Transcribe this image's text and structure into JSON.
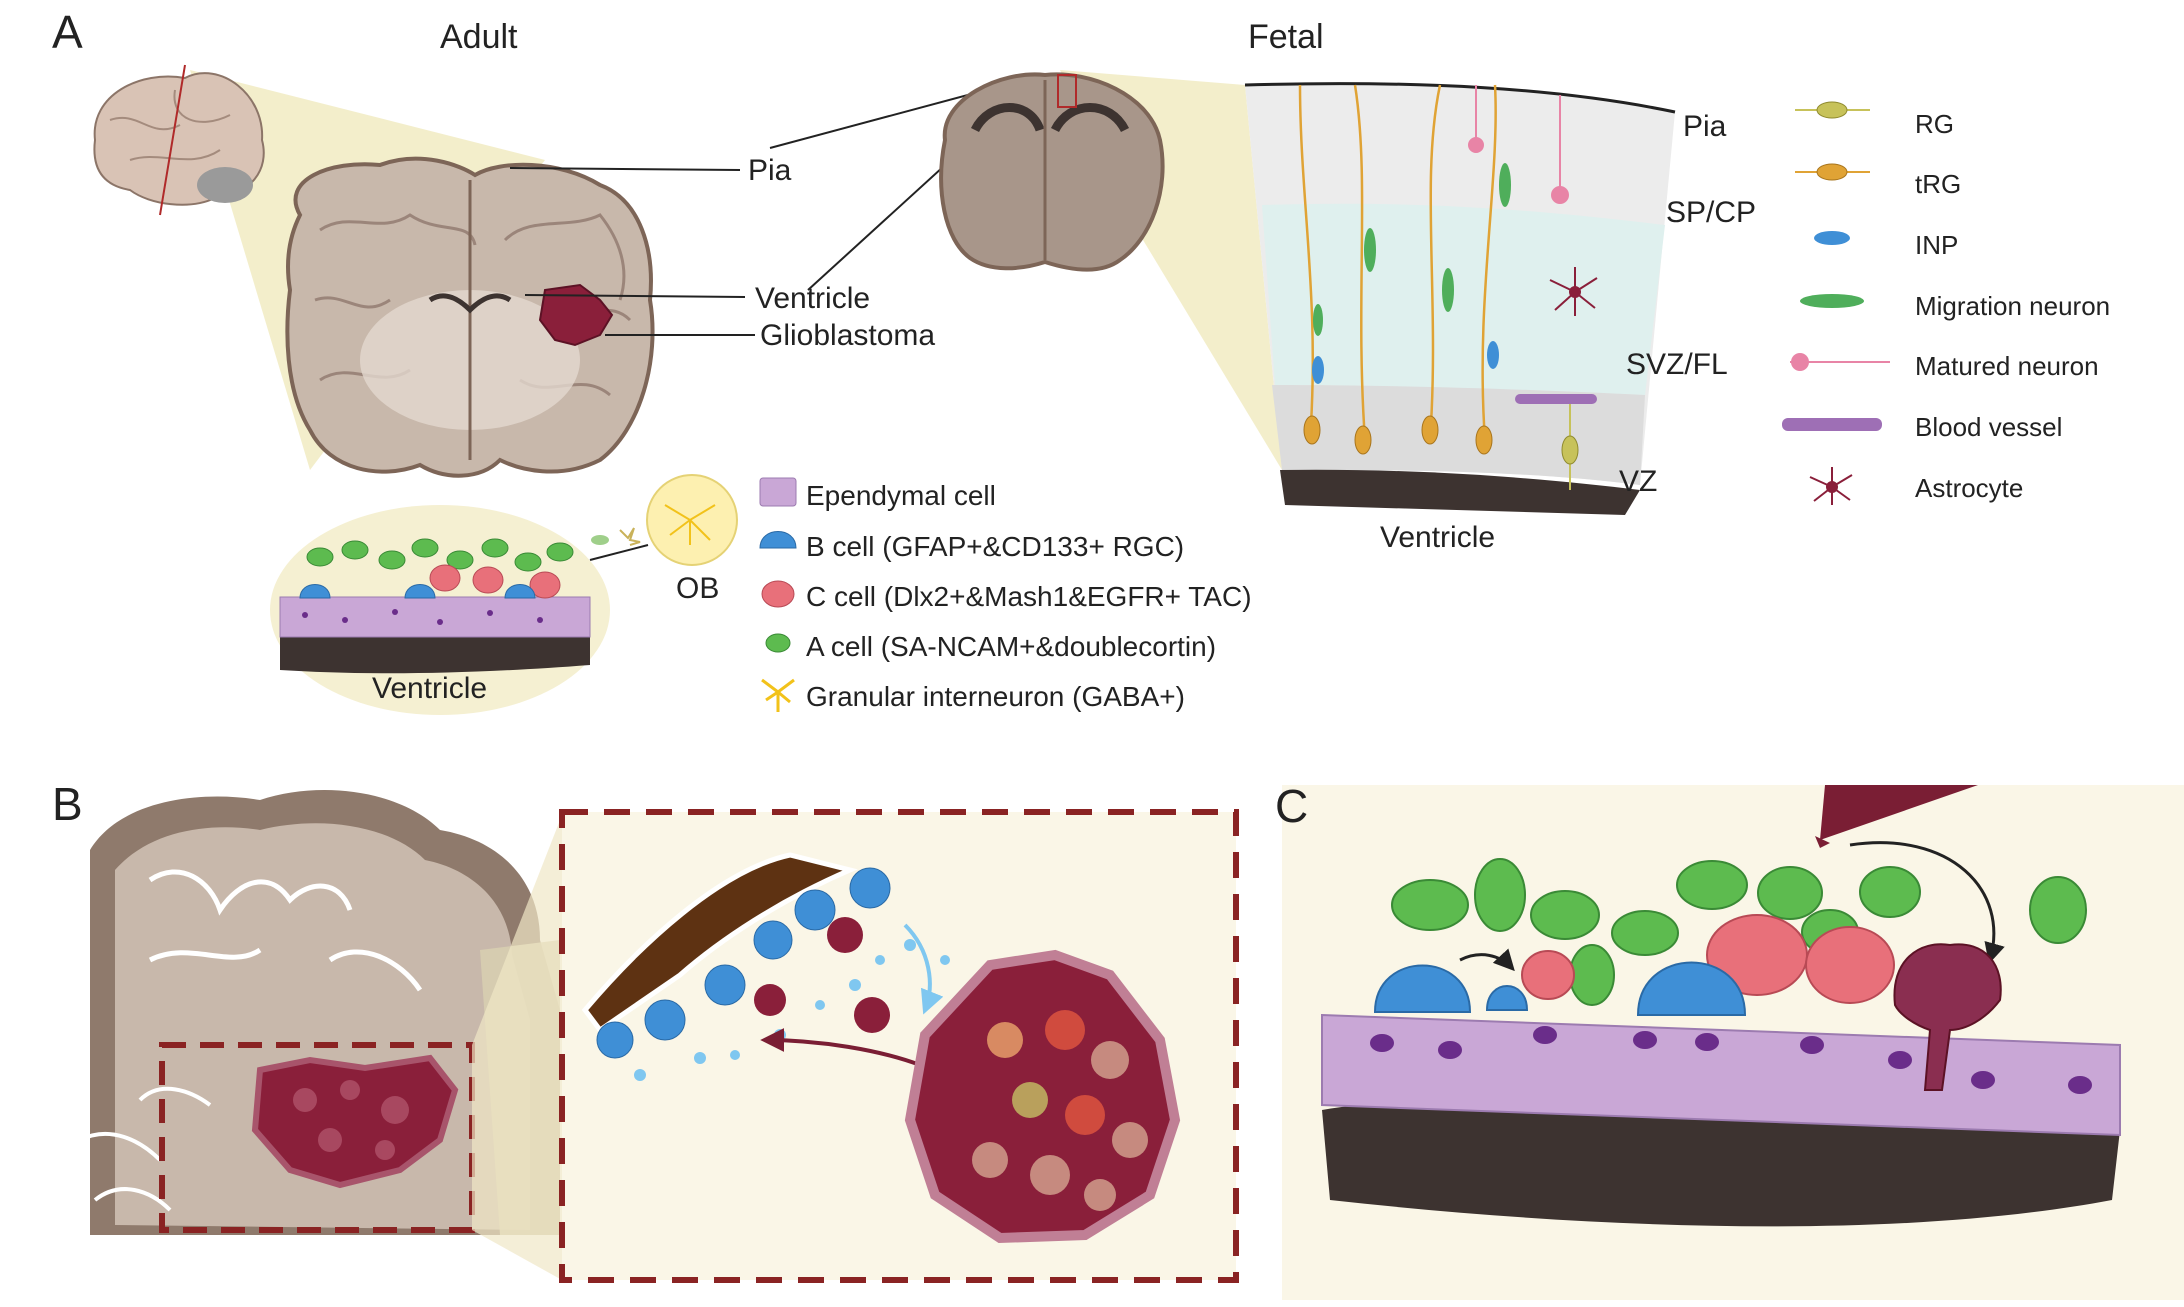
{
  "panels": {
    "a": {
      "letter": "A",
      "adult_title": "Adult",
      "fetal_title": "Fetal"
    },
    "b": {
      "letter": "B"
    },
    "c": {
      "letter": "C"
    }
  },
  "adult_labels": {
    "pia": "Pia",
    "ventricle": "Ventricle",
    "glioblastoma": "Glioblastoma",
    "svz_ventricle": "Ventricle",
    "ob": "OB"
  },
  "adult_legend": [
    {
      "label": "Ependymal cell",
      "icon": "ependymal-cell-icon",
      "color": "#c9a7d6"
    },
    {
      "label": "B cell (GFAP+&CD133+ RGC)",
      "icon": "b-cell-icon",
      "color": "#3f8fd6"
    },
    {
      "label": "C cell (Dlx2+&Mash1&EGFR+ TAC)",
      "icon": "c-cell-icon",
      "color": "#e8707a"
    },
    {
      "label": "A cell (SA-NCAM+&doublecortin)",
      "icon": "a-cell-icon",
      "color": "#5dbb4f"
    },
    {
      "label": "Granular interneuron (GABA+)",
      "icon": "granular-interneuron-icon",
      "color": "#f2c21a"
    }
  ],
  "fetal_zones": {
    "pia": "Pia",
    "spcp": "SP/CP",
    "svzfl": "SVZ/FL",
    "vz": "VZ",
    "ventricle": "Ventricle"
  },
  "fetal_legend": [
    {
      "label": "RG",
      "icon": "rg-cell-icon",
      "color": "#c7c25a"
    },
    {
      "label": "tRG",
      "icon": "trg-cell-icon",
      "color": "#e0a335"
    },
    {
      "label": "INP",
      "icon": "inp-cell-icon",
      "color": "#3f8fd6"
    },
    {
      "label": "Migration neuron",
      "icon": "migration-neuron-icon",
      "color": "#4fae5b"
    },
    {
      "label": "Matured neuron",
      "icon": "matured-neuron-icon",
      "color": "#e884a6"
    },
    {
      "label": "Blood vessel",
      "icon": "blood-vessel-icon",
      "color": "#9e6fb5"
    },
    {
      "label": "Astrocyte",
      "icon": "astrocyte-icon",
      "color": "#8a1f3a"
    }
  ],
  "colors": {
    "tumor": "#8a1f3a",
    "ventricle": "#3d3330",
    "ependyma": "#c9a7d6",
    "panel_bg": "#faf6e7",
    "dashed_box": "#8a2323",
    "brain_tissue": "#c8b8ab"
  }
}
